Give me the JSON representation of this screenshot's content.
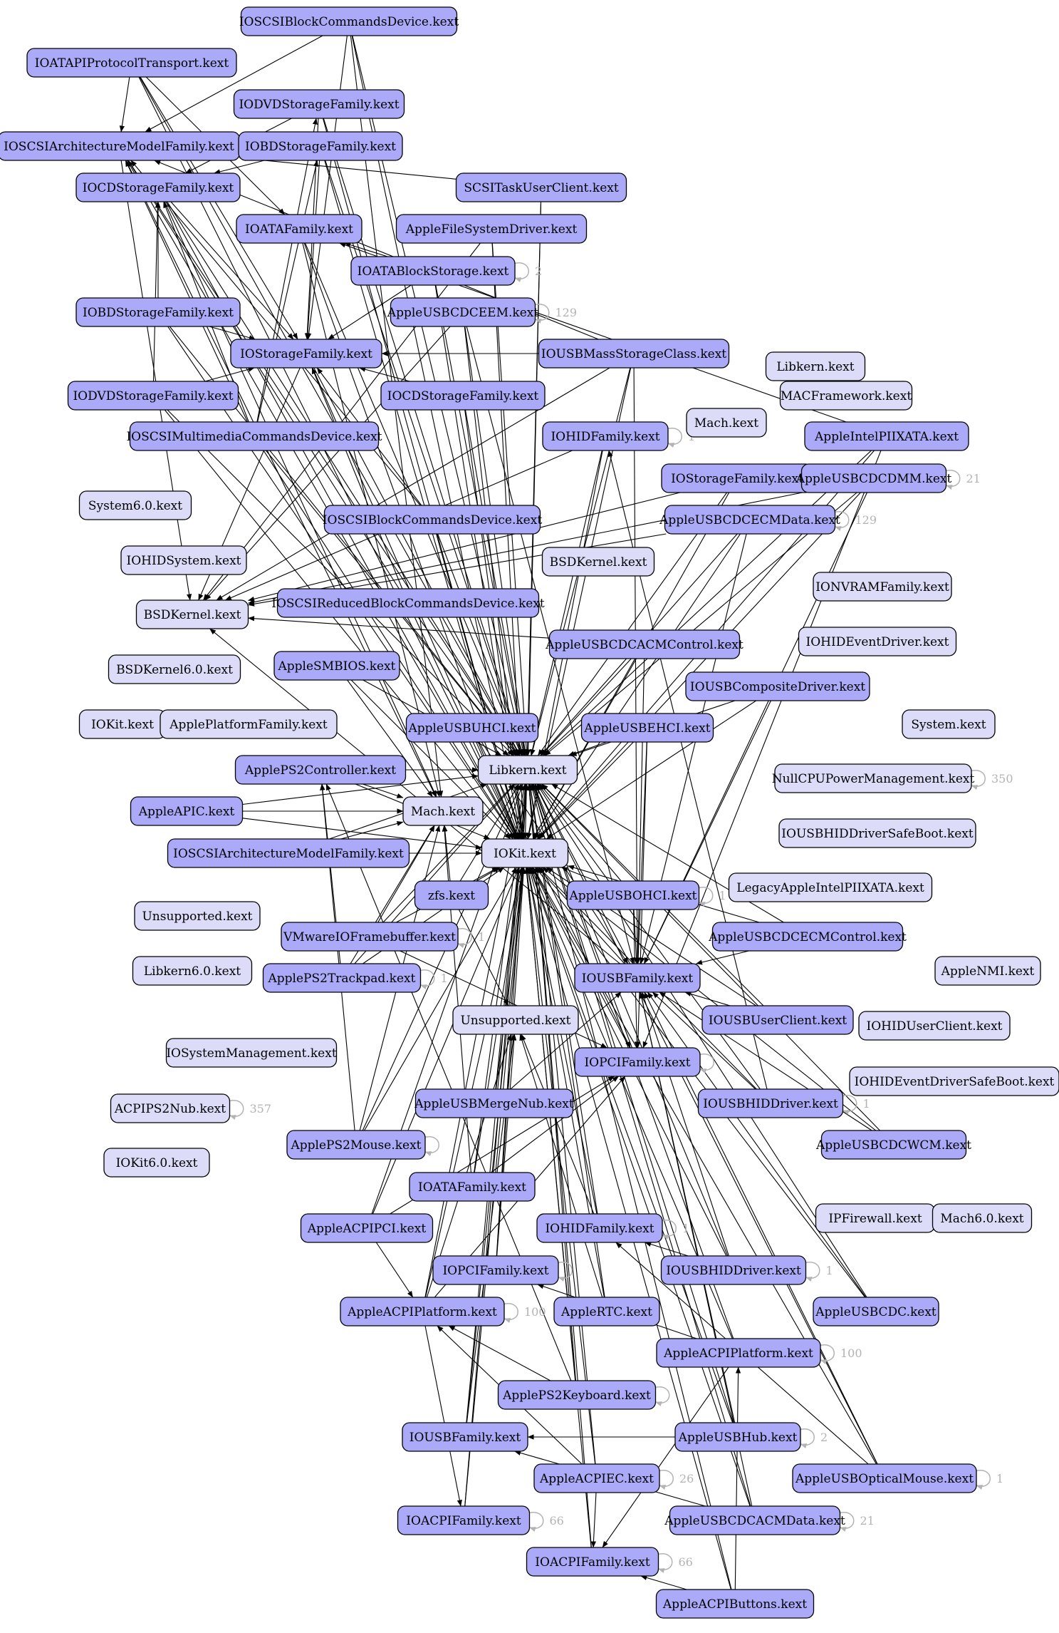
{
  "colors": {
    "dependency_fill": "#aaaaf8",
    "isolated_fill": "#dcdcf8",
    "edge": "#000000",
    "self_loop": "#b3b3b3"
  },
  "nodes": [
    {
      "id": "n1",
      "label": "IOSCSIBlockCommandsDevice.kext",
      "kind": "dependency"
    },
    {
      "id": "n2",
      "label": "IOATAPIProtocolTransport.kext",
      "kind": "dependency"
    },
    {
      "id": "n3",
      "label": "IODVDStorageFamily.kext",
      "kind": "dependency"
    },
    {
      "id": "n4",
      "label": "IOSCSIArchitectureModelFamily.kext",
      "kind": "dependency"
    },
    {
      "id": "n5",
      "label": "IOBDStorageFamily.kext",
      "kind": "dependency"
    },
    {
      "id": "n6",
      "label": "IOCDStorageFamily.kext",
      "kind": "dependency"
    },
    {
      "id": "n7",
      "label": "SCSITaskUserClient.kext",
      "kind": "dependency"
    },
    {
      "id": "n8",
      "label": "IOATAFamily.kext",
      "kind": "dependency"
    },
    {
      "id": "n9",
      "label": "AppleFileSystemDriver.kext",
      "kind": "dependency"
    },
    {
      "id": "n10",
      "label": "IOATABlockStorage.kext",
      "kind": "dependency",
      "self_loop": "2"
    },
    {
      "id": "n11",
      "label": "IOBDStorageFamily.kext",
      "kind": "dependency"
    },
    {
      "id": "n12",
      "label": "AppleUSBCDCEEM.kext",
      "kind": "dependency",
      "self_loop": "129"
    },
    {
      "id": "n13",
      "label": "IOStorageFamily.kext",
      "kind": "dependency"
    },
    {
      "id": "n14",
      "label": "IOUSBMassStorageClass.kext",
      "kind": "dependency"
    },
    {
      "id": "n15",
      "label": "Libkern.kext",
      "kind": "isolated"
    },
    {
      "id": "n16",
      "label": "IODVDStorageFamily.kext",
      "kind": "dependency"
    },
    {
      "id": "n17",
      "label": "IOCDStorageFamily.kext",
      "kind": "dependency"
    },
    {
      "id": "n18",
      "label": "MACFramework.kext",
      "kind": "isolated"
    },
    {
      "id": "n19",
      "label": "Mach.kext",
      "kind": "isolated"
    },
    {
      "id": "n20",
      "label": "IOSCSIMultimediaCommandsDevice.kext",
      "kind": "dependency"
    },
    {
      "id": "n21",
      "label": "IOHIDFamily.kext",
      "kind": "dependency",
      "self_loop": "1"
    },
    {
      "id": "n22",
      "label": "AppleIntelPIIXATA.kext",
      "kind": "dependency"
    },
    {
      "id": "n23",
      "label": "IOStorageFamily.kext",
      "kind": "dependency"
    },
    {
      "id": "n24",
      "label": "AppleUSBCDCDMM.kext",
      "kind": "dependency",
      "self_loop": "21"
    },
    {
      "id": "n25",
      "label": "System6.0.kext",
      "kind": "isolated"
    },
    {
      "id": "n26",
      "label": "IOSCSIBlockCommandsDevice.kext",
      "kind": "dependency"
    },
    {
      "id": "n27",
      "label": "AppleUSBCDCECMData.kext",
      "kind": "dependency",
      "self_loop": "129"
    },
    {
      "id": "n28",
      "label": "IOHIDSystem.kext",
      "kind": "isolated"
    },
    {
      "id": "n29",
      "label": "BSDKernel.kext",
      "kind": "isolated"
    },
    {
      "id": "n30",
      "label": "IONVRAMFamily.kext",
      "kind": "isolated"
    },
    {
      "id": "n31",
      "label": "BSDKernel.kext",
      "kind": "isolated"
    },
    {
      "id": "n32",
      "label": "IOSCSIReducedBlockCommandsDevice.kext",
      "kind": "dependency"
    },
    {
      "id": "n33",
      "label": "AppleUSBCDCACMControl.kext",
      "kind": "dependency"
    },
    {
      "id": "n34",
      "label": "IOHIDEventDriver.kext",
      "kind": "isolated"
    },
    {
      "id": "n35",
      "label": "AppleSMBIOS.kext",
      "kind": "dependency"
    },
    {
      "id": "n36",
      "label": "BSDKernel6.0.kext",
      "kind": "isolated"
    },
    {
      "id": "n37",
      "label": "IOUSBCompositeDriver.kext",
      "kind": "dependency"
    },
    {
      "id": "n38",
      "label": "IOKit.kext",
      "kind": "isolated"
    },
    {
      "id": "n39",
      "label": "ApplePlatformFamily.kext",
      "kind": "isolated"
    },
    {
      "id": "n40",
      "label": "AppleUSBUHCI.kext",
      "kind": "dependency"
    },
    {
      "id": "n41",
      "label": "AppleUSBEHCI.kext",
      "kind": "dependency"
    },
    {
      "id": "n42",
      "label": "System.kext",
      "kind": "isolated"
    },
    {
      "id": "n43",
      "label": "ApplePS2Controller.kext",
      "kind": "dependency"
    },
    {
      "id": "n44",
      "label": "Libkern.kext",
      "kind": "isolated"
    },
    {
      "id": "n45",
      "label": "NullCPUPowerManagement.kext",
      "kind": "isolated",
      "self_loop": "350"
    },
    {
      "id": "n46",
      "label": "AppleAPIC.kext",
      "kind": "dependency"
    },
    {
      "id": "n47",
      "label": "Mach.kext",
      "kind": "isolated"
    },
    {
      "id": "n48",
      "label": "IOUSBHIDDriverSafeBoot.kext",
      "kind": "isolated"
    },
    {
      "id": "n49",
      "label": "IOSCSIArchitectureModelFamily.kext",
      "kind": "dependency"
    },
    {
      "id": "n50",
      "label": "IOKit.kext",
      "kind": "isolated"
    },
    {
      "id": "n51",
      "label": "zfs.kext",
      "kind": "dependency"
    },
    {
      "id": "n52",
      "label": "AppleUSBOHCI.kext",
      "kind": "dependency",
      "self_loop": "1"
    },
    {
      "id": "n53",
      "label": "LegacyAppleIntelPIIXATA.kext",
      "kind": "isolated"
    },
    {
      "id": "n54",
      "label": "Unsupported.kext",
      "kind": "isolated"
    },
    {
      "id": "n55",
      "label": "VMwareIOFramebuffer.kext",
      "kind": "dependency",
      "self_loop": "1"
    },
    {
      "id": "n56",
      "label": "AppleUSBCDCECMControl.kext",
      "kind": "dependency"
    },
    {
      "id": "n57",
      "label": "Libkern6.0.kext",
      "kind": "isolated"
    },
    {
      "id": "n58",
      "label": "ApplePS2Trackpad.kext",
      "kind": "dependency",
      "self_loop": "1"
    },
    {
      "id": "n59",
      "label": "IOUSBFamily.kext",
      "kind": "dependency"
    },
    {
      "id": "n60",
      "label": "AppleNMI.kext",
      "kind": "isolated"
    },
    {
      "id": "n61",
      "label": "Unsupported.kext",
      "kind": "isolated"
    },
    {
      "id": "n62",
      "label": "IOUSBUserClient.kext",
      "kind": "dependency"
    },
    {
      "id": "n63",
      "label": "IOHIDUserClient.kext",
      "kind": "isolated"
    },
    {
      "id": "n64",
      "label": "IOSystemManagement.kext",
      "kind": "isolated"
    },
    {
      "id": "n65",
      "label": "IOPCIFamily.kext",
      "kind": "dependency",
      "self_loop": ""
    },
    {
      "id": "n66",
      "label": "IOHIDEventDriverSafeBoot.kext",
      "kind": "isolated"
    },
    {
      "id": "n67",
      "label": "ACPIPS2Nub.kext",
      "kind": "isolated",
      "self_loop": "357"
    },
    {
      "id": "n68",
      "label": "AppleUSBMergeNub.kext",
      "kind": "dependency"
    },
    {
      "id": "n69",
      "label": "IOUSBHIDDriver.kext",
      "kind": "dependency",
      "self_loop": "1"
    },
    {
      "id": "n70",
      "label": "ApplePS2Mouse.kext",
      "kind": "dependency",
      "self_loop": ""
    },
    {
      "id": "n71",
      "label": "AppleUSBCDCWCM.kext",
      "kind": "dependency"
    },
    {
      "id": "n72",
      "label": "IOKit6.0.kext",
      "kind": "isolated"
    },
    {
      "id": "n73",
      "label": "IOATAFamily.kext",
      "kind": "dependency"
    },
    {
      "id": "n74",
      "label": "AppleACPIPCI.kext",
      "kind": "dependency"
    },
    {
      "id": "n75",
      "label": "IOHIDFamily.kext",
      "kind": "dependency",
      "self_loop": "1"
    },
    {
      "id": "n76",
      "label": "IPFirewall.kext",
      "kind": "isolated"
    },
    {
      "id": "n77",
      "label": "Mach6.0.kext",
      "kind": "isolated"
    },
    {
      "id": "n78",
      "label": "IOPCIFamily.kext",
      "kind": "dependency",
      "self_loop": ""
    },
    {
      "id": "n79",
      "label": "IOUSBHIDDriver.kext",
      "kind": "dependency",
      "self_loop": "1"
    },
    {
      "id": "n80",
      "label": "AppleACPIPlatform.kext",
      "kind": "dependency",
      "self_loop": "100"
    },
    {
      "id": "n81",
      "label": "AppleRTC.kext",
      "kind": "dependency"
    },
    {
      "id": "n82",
      "label": "AppleUSBCDC.kext",
      "kind": "dependency"
    },
    {
      "id": "n83",
      "label": "AppleACPIPlatform.kext",
      "kind": "dependency",
      "self_loop": "100"
    },
    {
      "id": "n84",
      "label": "ApplePS2Keyboard.kext",
      "kind": "dependency",
      "self_loop": ""
    },
    {
      "id": "n85",
      "label": "IOUSBFamily.kext",
      "kind": "dependency"
    },
    {
      "id": "n86",
      "label": "AppleUSBHub.kext",
      "kind": "dependency",
      "self_loop": "2"
    },
    {
      "id": "n87",
      "label": "AppleACPIEC.kext",
      "kind": "dependency",
      "self_loop": "26"
    },
    {
      "id": "n88",
      "label": "AppleUSBOpticalMouse.kext",
      "kind": "dependency",
      "self_loop": "1"
    },
    {
      "id": "n89",
      "label": "IOACPIFamily.kext",
      "kind": "dependency",
      "self_loop": "66"
    },
    {
      "id": "n90",
      "label": "AppleUSBCDCACMData.kext",
      "kind": "dependency",
      "self_loop": "21"
    },
    {
      "id": "n91",
      "label": "IOACPIFamily.kext",
      "kind": "dependency",
      "self_loop": "66"
    },
    {
      "id": "n92",
      "label": "AppleACPIButtons.kext",
      "kind": "dependency"
    }
  ],
  "edges": [
    [
      "n1",
      "n4"
    ],
    [
      "n1",
      "n13"
    ],
    [
      "n1",
      "n44"
    ],
    [
      "n1",
      "n47"
    ],
    [
      "n1",
      "n50"
    ],
    [
      "n2",
      "n4"
    ],
    [
      "n2",
      "n13"
    ],
    [
      "n2",
      "n44"
    ],
    [
      "n2",
      "n50"
    ],
    [
      "n2",
      "n8"
    ],
    [
      "n3",
      "n13"
    ],
    [
      "n3",
      "n6"
    ],
    [
      "n3",
      "n44"
    ],
    [
      "n3",
      "n50"
    ],
    [
      "n4",
      "n44"
    ],
    [
      "n4",
      "n47"
    ],
    [
      "n4",
      "n50"
    ],
    [
      "n4",
      "n31"
    ],
    [
      "n5",
      "n6"
    ],
    [
      "n5",
      "n13"
    ],
    [
      "n5",
      "n44"
    ],
    [
      "n5",
      "n50"
    ],
    [
      "n6",
      "n13"
    ],
    [
      "n6",
      "n44"
    ],
    [
      "n6",
      "n50"
    ],
    [
      "n6",
      "n47"
    ],
    [
      "n7",
      "n4"
    ],
    [
      "n7",
      "n44"
    ],
    [
      "n7",
      "n50"
    ],
    [
      "n8",
      "n44"
    ],
    [
      "n8",
      "n50"
    ],
    [
      "n8",
      "n47"
    ],
    [
      "n9",
      "n44"
    ],
    [
      "n9",
      "n50"
    ],
    [
      "n9",
      "n31"
    ],
    [
      "n10",
      "n8"
    ],
    [
      "n10",
      "n13"
    ],
    [
      "n10",
      "n44"
    ],
    [
      "n10",
      "n50"
    ],
    [
      "n11",
      "n6"
    ],
    [
      "n11",
      "n13"
    ],
    [
      "n11",
      "n44"
    ],
    [
      "n11",
      "n50"
    ],
    [
      "n12",
      "n59"
    ],
    [
      "n12",
      "n44"
    ],
    [
      "n12",
      "n50"
    ],
    [
      "n12",
      "n31"
    ],
    [
      "n13",
      "n44"
    ],
    [
      "n13",
      "n50"
    ],
    [
      "n13",
      "n31"
    ],
    [
      "n14",
      "n4"
    ],
    [
      "n14",
      "n13"
    ],
    [
      "n14",
      "n59"
    ],
    [
      "n14",
      "n44"
    ],
    [
      "n14",
      "n50"
    ],
    [
      "n14",
      "n31"
    ],
    [
      "n16",
      "n6"
    ],
    [
      "n16",
      "n13"
    ],
    [
      "n16",
      "n44"
    ],
    [
      "n16",
      "n50"
    ],
    [
      "n17",
      "n13"
    ],
    [
      "n17",
      "n44"
    ],
    [
      "n17",
      "n50"
    ],
    [
      "n20",
      "n4"
    ],
    [
      "n20",
      "n6"
    ],
    [
      "n20",
      "n3"
    ],
    [
      "n20",
      "n5"
    ],
    [
      "n20",
      "n44"
    ],
    [
      "n20",
      "n50"
    ],
    [
      "n21",
      "n44"
    ],
    [
      "n21",
      "n50"
    ],
    [
      "n21",
      "n31"
    ],
    [
      "n22",
      "n8"
    ],
    [
      "n22",
      "n65"
    ],
    [
      "n22",
      "n44"
    ],
    [
      "n22",
      "n50"
    ],
    [
      "n23",
      "n44"
    ],
    [
      "n23",
      "n50"
    ],
    [
      "n23",
      "n31"
    ],
    [
      "n24",
      "n59"
    ],
    [
      "n24",
      "n44"
    ],
    [
      "n24",
      "n50"
    ],
    [
      "n24",
      "n31"
    ],
    [
      "n26",
      "n4"
    ],
    [
      "n26",
      "n13"
    ],
    [
      "n26",
      "n44"
    ],
    [
      "n26",
      "n50"
    ],
    [
      "n27",
      "n59"
    ],
    [
      "n27",
      "n44"
    ],
    [
      "n27",
      "n50"
    ],
    [
      "n27",
      "n31"
    ],
    [
      "n32",
      "n4"
    ],
    [
      "n32",
      "n13"
    ],
    [
      "n32",
      "n44"
    ],
    [
      "n32",
      "n50"
    ],
    [
      "n33",
      "n59"
    ],
    [
      "n33",
      "n44"
    ],
    [
      "n33",
      "n50"
    ],
    [
      "n33",
      "n31"
    ],
    [
      "n35",
      "n44"
    ],
    [
      "n35",
      "n50"
    ],
    [
      "n35",
      "n47"
    ],
    [
      "n37",
      "n59"
    ],
    [
      "n37",
      "n44"
    ],
    [
      "n37",
      "n50"
    ],
    [
      "n40",
      "n59"
    ],
    [
      "n40",
      "n65"
    ],
    [
      "n40",
      "n44"
    ],
    [
      "n40",
      "n50"
    ],
    [
      "n41",
      "n59"
    ],
    [
      "n41",
      "n65"
    ],
    [
      "n41",
      "n44"
    ],
    [
      "n41",
      "n50"
    ],
    [
      "n43",
      "n44"
    ],
    [
      "n43",
      "n50"
    ],
    [
      "n43",
      "n47"
    ],
    [
      "n46",
      "n44"
    ],
    [
      "n46",
      "n50"
    ],
    [
      "n46",
      "n47"
    ],
    [
      "n49",
      "n44"
    ],
    [
      "n49",
      "n50"
    ],
    [
      "n49",
      "n47"
    ],
    [
      "n51",
      "n44"
    ],
    [
      "n51",
      "n50"
    ],
    [
      "n51",
      "n47"
    ],
    [
      "n51",
      "n61"
    ],
    [
      "n52",
      "n59"
    ],
    [
      "n52",
      "n65"
    ],
    [
      "n52",
      "n44"
    ],
    [
      "n52",
      "n50"
    ],
    [
      "n55",
      "n65"
    ],
    [
      "n55",
      "n44"
    ],
    [
      "n55",
      "n50"
    ],
    [
      "n55",
      "n47"
    ],
    [
      "n56",
      "n59"
    ],
    [
      "n56",
      "n44"
    ],
    [
      "n56",
      "n50"
    ],
    [
      "n58",
      "n43"
    ],
    [
      "n58",
      "n44"
    ],
    [
      "n58",
      "n50"
    ],
    [
      "n58",
      "n47"
    ],
    [
      "n59",
      "n44"
    ],
    [
      "n59",
      "n50"
    ],
    [
      "n59",
      "n31"
    ],
    [
      "n62",
      "n59"
    ],
    [
      "n62",
      "n44"
    ],
    [
      "n62",
      "n50"
    ],
    [
      "n65",
      "n44"
    ],
    [
      "n65",
      "n50"
    ],
    [
      "n68",
      "n59"
    ],
    [
      "n68",
      "n44"
    ],
    [
      "n68",
      "n50"
    ],
    [
      "n69",
      "n59"
    ],
    [
      "n69",
      "n21"
    ],
    [
      "n69",
      "n44"
    ],
    [
      "n69",
      "n50"
    ],
    [
      "n70",
      "n43"
    ],
    [
      "n70",
      "n44"
    ],
    [
      "n70",
      "n50"
    ],
    [
      "n70",
      "n47"
    ],
    [
      "n71",
      "n59"
    ],
    [
      "n71",
      "n44"
    ],
    [
      "n71",
      "n50"
    ],
    [
      "n73",
      "n65"
    ],
    [
      "n73",
      "n44"
    ],
    [
      "n73",
      "n50"
    ],
    [
      "n73",
      "n47"
    ],
    [
      "n74",
      "n80"
    ],
    [
      "n74",
      "n65"
    ],
    [
      "n74",
      "n44"
    ],
    [
      "n74",
      "n50"
    ],
    [
      "n75",
      "n44"
    ],
    [
      "n75",
      "n50"
    ],
    [
      "n75",
      "n61"
    ],
    [
      "n78",
      "n44"
    ],
    [
      "n78",
      "n50"
    ],
    [
      "n78",
      "n61"
    ],
    [
      "n79",
      "n59"
    ],
    [
      "n79",
      "n75"
    ],
    [
      "n79",
      "n44"
    ],
    [
      "n79",
      "n50"
    ],
    [
      "n80",
      "n65"
    ],
    [
      "n80",
      "n89"
    ],
    [
      "n80",
      "n44"
    ],
    [
      "n80",
      "n50"
    ],
    [
      "n80",
      "n61"
    ],
    [
      "n81",
      "n44"
    ],
    [
      "n81",
      "n50"
    ],
    [
      "n81",
      "n61"
    ],
    [
      "n82",
      "n59"
    ],
    [
      "n82",
      "n44"
    ],
    [
      "n82",
      "n50"
    ],
    [
      "n83",
      "n78"
    ],
    [
      "n83",
      "n91"
    ],
    [
      "n83",
      "n44"
    ],
    [
      "n83",
      "n50"
    ],
    [
      "n84",
      "n43"
    ],
    [
      "n84",
      "n44"
    ],
    [
      "n84",
      "n50"
    ],
    [
      "n84",
      "n80"
    ],
    [
      "n85",
      "n44"
    ],
    [
      "n85",
      "n50"
    ],
    [
      "n85",
      "n61"
    ],
    [
      "n86",
      "n59"
    ],
    [
      "n86",
      "n44"
    ],
    [
      "n86",
      "n50"
    ],
    [
      "n86",
      "n85"
    ],
    [
      "n87",
      "n80"
    ],
    [
      "n87",
      "n91"
    ],
    [
      "n87",
      "n44"
    ],
    [
      "n87",
      "n50"
    ],
    [
      "n88",
      "n59"
    ],
    [
      "n88",
      "n75"
    ],
    [
      "n88",
      "n44"
    ],
    [
      "n88",
      "n50"
    ],
    [
      "n89",
      "n44"
    ],
    [
      "n89",
      "n50"
    ],
    [
      "n90",
      "n59"
    ],
    [
      "n90",
      "n44"
    ],
    [
      "n90",
      "n50"
    ],
    [
      "n90",
      "n85"
    ],
    [
      "n91",
      "n44"
    ],
    [
      "n91",
      "n50"
    ],
    [
      "n92",
      "n91"
    ],
    [
      "n92",
      "n83"
    ],
    [
      "n92",
      "n44"
    ],
    [
      "n92",
      "n50"
    ]
  ]
}
